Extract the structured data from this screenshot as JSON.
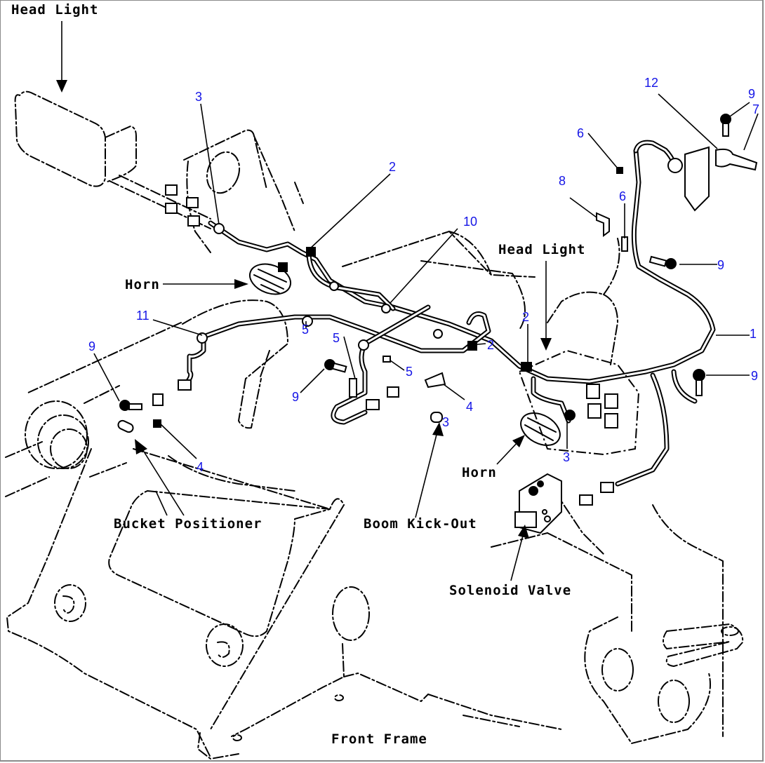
{
  "diagram": {
    "title_labels": [
      {
        "id": "head-light-left",
        "text": "Head Light"
      },
      {
        "id": "head-light-right",
        "text": "Head Light"
      },
      {
        "id": "horn-left",
        "text": "Horn"
      },
      {
        "id": "horn-right",
        "text": "Horn"
      },
      {
        "id": "bucket-positioner",
        "text": "Bucket Positioner"
      },
      {
        "id": "boom-kick-out",
        "text": "Boom Kick-Out"
      },
      {
        "id": "solenoid-valve",
        "text": "Solenoid Valve"
      },
      {
        "id": "front-frame",
        "text": "Front Frame"
      }
    ],
    "callouts": [
      {
        "n": "1",
        "ref": "wiring-harness"
      },
      {
        "n": "2",
        "ref": "clamp-upper"
      },
      {
        "n": "2",
        "ref": "clamp-mid"
      },
      {
        "n": "2",
        "ref": "clamp-right"
      },
      {
        "n": "3",
        "ref": "clamp-head-light"
      },
      {
        "n": "3",
        "ref": "connector-boom"
      },
      {
        "n": "3",
        "ref": "clamp-horn-right"
      },
      {
        "n": "4",
        "ref": "bracket-left"
      },
      {
        "n": "4",
        "ref": "bracket-mid"
      },
      {
        "n": "5",
        "ref": "clip-a"
      },
      {
        "n": "5",
        "ref": "clip-b"
      },
      {
        "n": "5",
        "ref": "clip-c"
      },
      {
        "n": "6",
        "ref": "clamp-top"
      },
      {
        "n": "6",
        "ref": "clamp-vertical"
      },
      {
        "n": "7",
        "ref": "connector-end"
      },
      {
        "n": "8",
        "ref": "bracket-right"
      },
      {
        "n": "9",
        "ref": "bolt-left"
      },
      {
        "n": "9",
        "ref": "bolt-center"
      },
      {
        "n": "9",
        "ref": "bolt-top"
      },
      {
        "n": "9",
        "ref": "bolt-right-upper"
      },
      {
        "n": "9",
        "ref": "bolt-right-lower"
      },
      {
        "n": "10",
        "ref": "clamp-long"
      },
      {
        "n": "11",
        "ref": "clamp-cylinder"
      },
      {
        "n": "12",
        "ref": "clamp-loop"
      }
    ],
    "colors": {
      "callout": "#1515e6",
      "line": "#000000",
      "background": "#ffffff",
      "border": "#8a8a8a"
    }
  }
}
